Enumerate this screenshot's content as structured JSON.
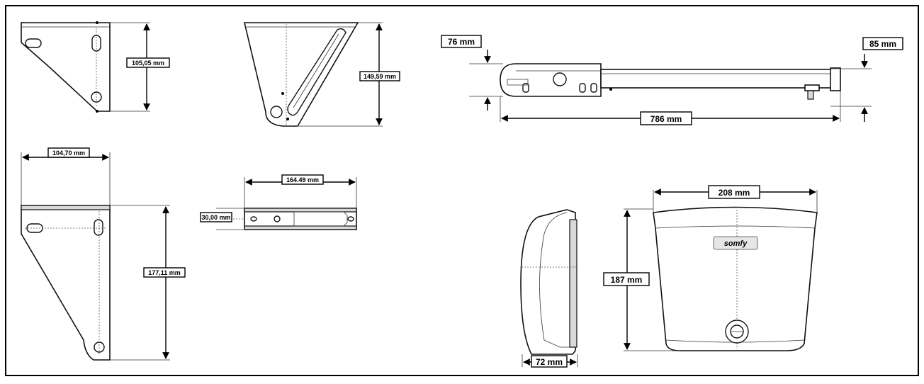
{
  "dimensions": {
    "bracket1_height": "105,05 mm",
    "bracket2_height": "149,59 mm",
    "bracket3_width": "104,70 mm",
    "bracket3_height": "177,11 mm",
    "rail_length": "164.49 mm",
    "rail_height": "30,00 mm",
    "arm_left_height": "76 mm",
    "arm_right_height": "85 mm",
    "arm_length": "786 mm",
    "cover_width": "208 mm",
    "cover_height": "187 mm",
    "cover_depth": "72 mm"
  },
  "brand": "somfy"
}
